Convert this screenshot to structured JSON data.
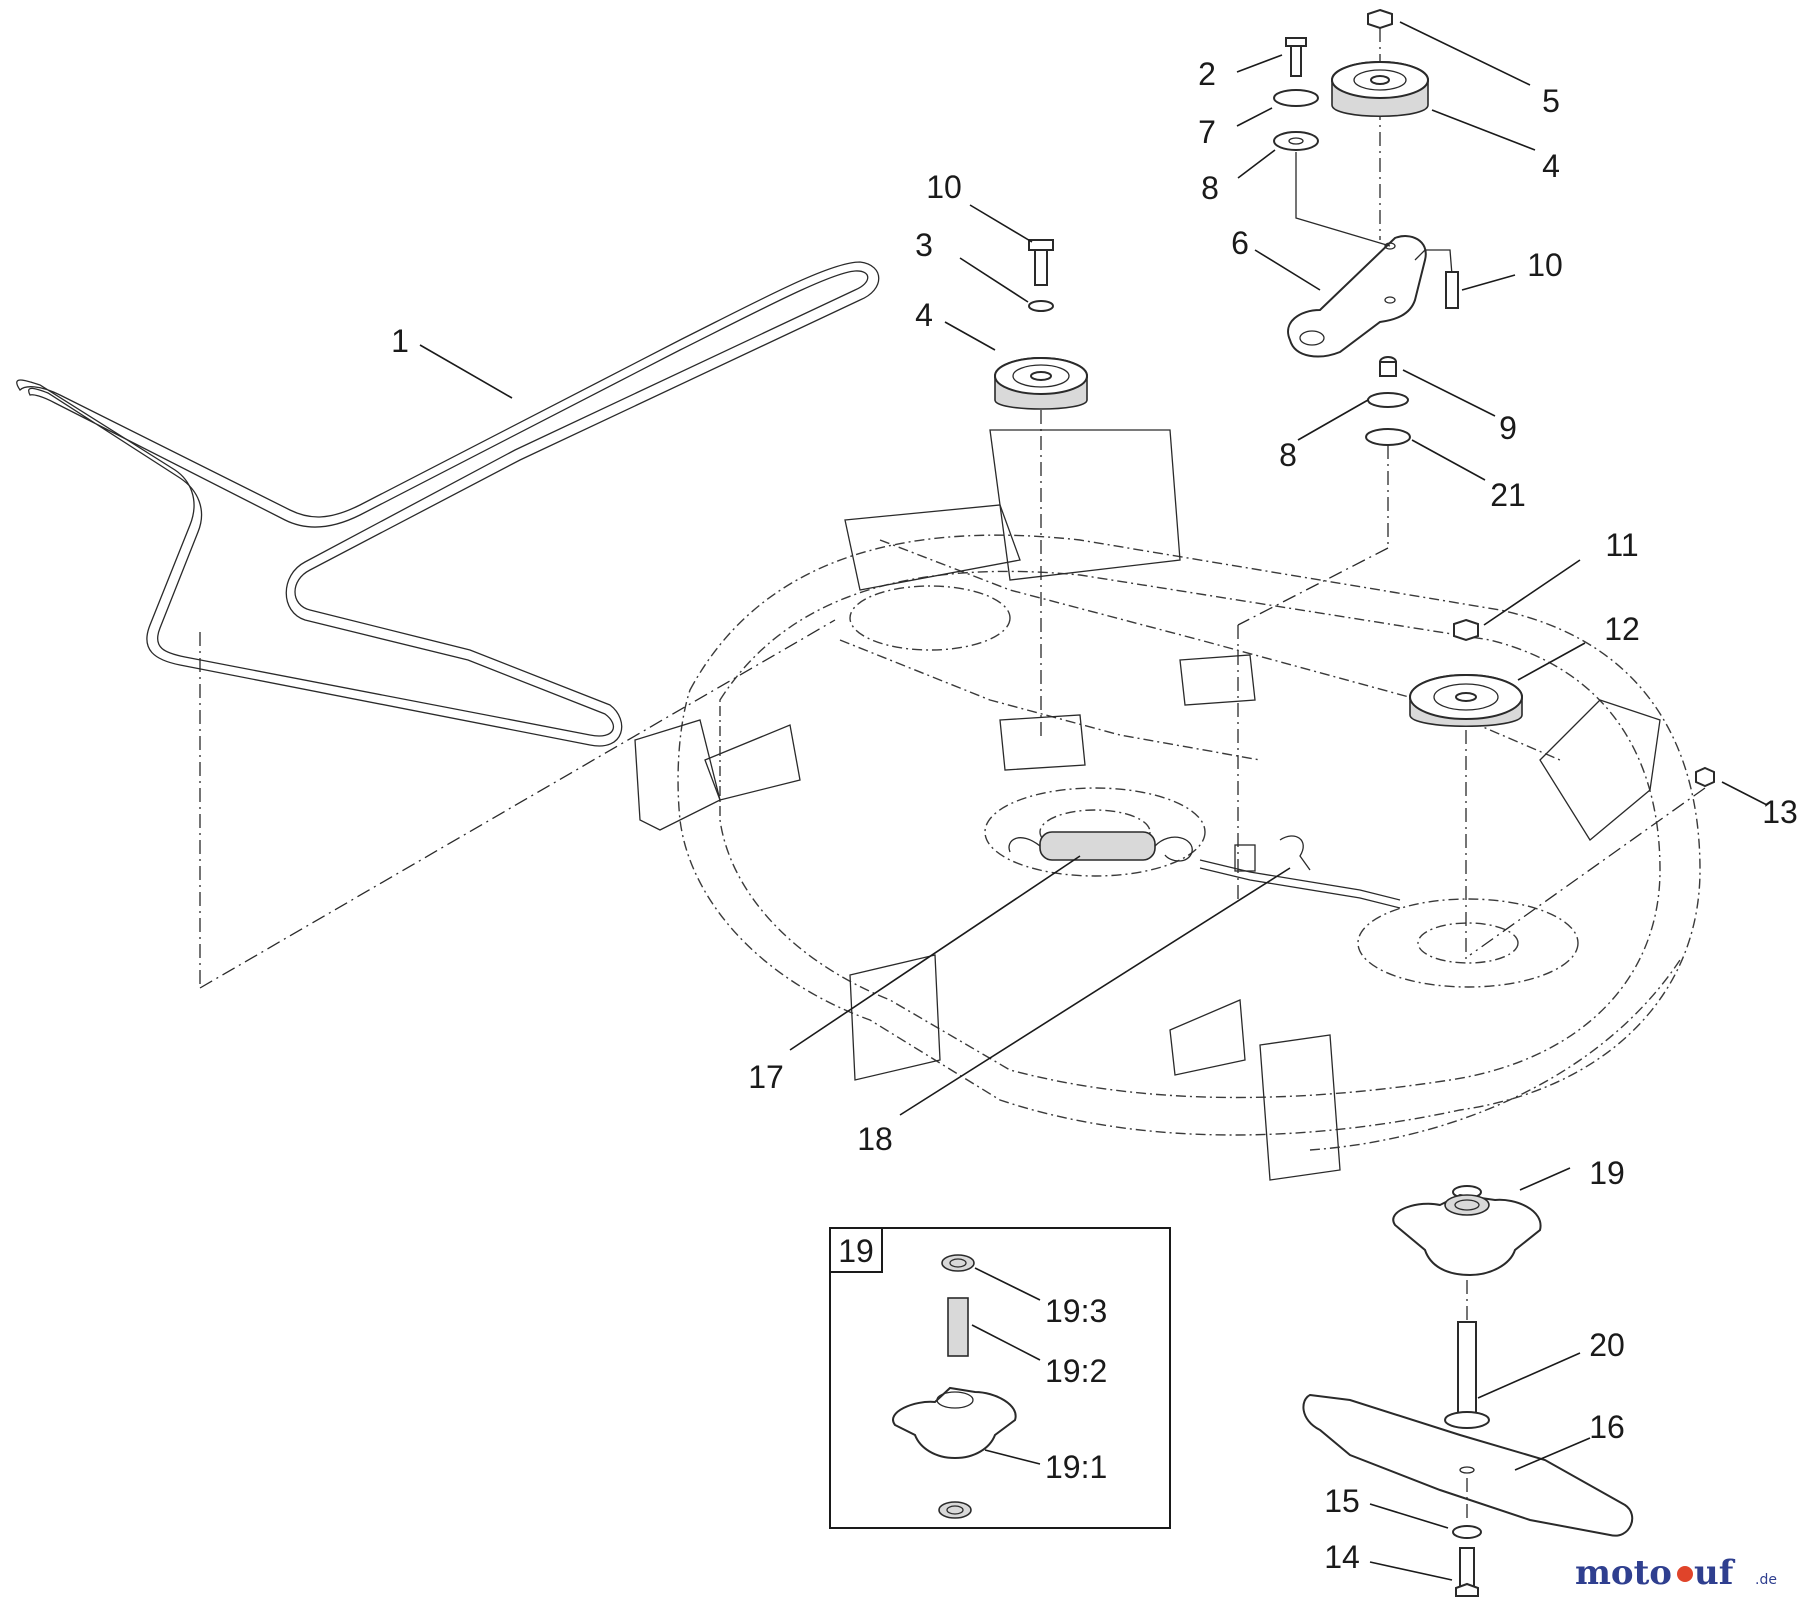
{
  "labels": {
    "c1": "1",
    "c2": "2",
    "c3": "3",
    "c4a": "4",
    "c4b": "4",
    "c5": "5",
    "c6": "6",
    "c7": "7",
    "c8a": "8",
    "c8b": "8",
    "c9": "9",
    "c10a": "10",
    "c10b": "10",
    "c11": "11",
    "c12": "12",
    "c13": "13",
    "c14": "14",
    "c15": "15",
    "c16": "16",
    "c17": "17",
    "c18": "18",
    "c19": "19",
    "c20": "20",
    "c21": "21"
  },
  "inset": {
    "title": "19",
    "c19_1": "19:1",
    "c19_2": "19:2",
    "c19_3": "19:3"
  },
  "watermark": {
    "brand_prefix": "moto",
    "brand_suffix": "uf",
    "tld": ".de"
  }
}
